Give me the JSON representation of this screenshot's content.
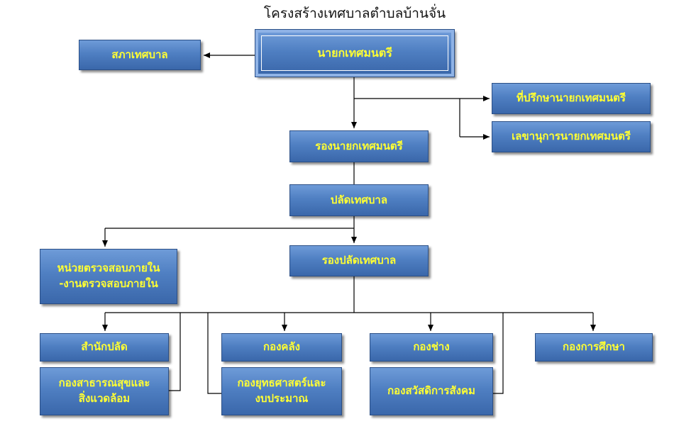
{
  "title": "โครงสร้างเทศบาลตำบลบ้านจั่น",
  "boxes": {
    "mayor": "นายกเทศมนตรี",
    "council": "สภาเทศบาล",
    "advisor": "ที่ปรึกษานายกเทศมนตรี",
    "secretary": "เลขานุการนายกเทศมนตรี",
    "deputy_mayor": "รองนายกเทศมนตรี",
    "clerk": "ปลัดเทศบาล",
    "deputy_clerk": "รองปลัดเทศบาล",
    "audit_line1": "หน่วยตรวจสอบภายใน",
    "audit_line2": "-งานตรวจสอบภายใน",
    "clerk_office": "สำนักปลัด",
    "public_health_line1": "กองสาธารณสุขและ",
    "public_health_line2": "สิ่งแวดล้อม",
    "finance": "กองคลัง",
    "strategy_line1": "กองยุทธศาสตร์และ",
    "strategy_line2": "งบประมาณ",
    "engineering": "กองช่าง",
    "social_welfare": "กองสวัสดิการสังคม",
    "education": "กองการศึกษา"
  },
  "colors": {
    "box_fill": "#4f7fc2",
    "box_text": "#ffff33",
    "line": "#000000"
  }
}
